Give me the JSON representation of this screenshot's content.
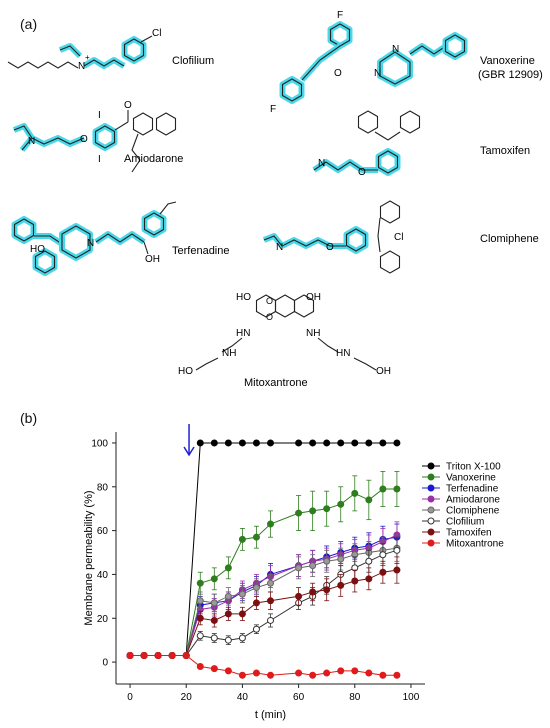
{
  "panel_a": {
    "label": "(a)",
    "molecules": [
      {
        "name": "Clofilium"
      },
      {
        "name": "Vanoxerine",
        "subname": "(GBR 12909)"
      },
      {
        "name": "Amiodarone"
      },
      {
        "name": "Tamoxifen"
      },
      {
        "name": "Terfenadine"
      },
      {
        "name": "Clomiphene"
      },
      {
        "name": "Mitoxantrone"
      }
    ],
    "atoms": {
      "cl": "Cl",
      "f": "F",
      "n": "N",
      "nplus": "+",
      "o": "O",
      "i": "I",
      "ho": "HO",
      "oh": "OH",
      "hn": "HN",
      "nh": "NH"
    }
  },
  "panel_b": {
    "label": "(b)"
  },
  "chart_data": {
    "type": "line",
    "xlabel": "t (min)",
    "ylabel": "Membrane permeability (%)",
    "xlim": [
      -5,
      105
    ],
    "ylim": [
      -10,
      105
    ],
    "xticks": [
      0,
      20,
      40,
      60,
      80,
      100
    ],
    "yticks": [
      0,
      20,
      40,
      60,
      80,
      100
    ],
    "grid": false,
    "legend": "right",
    "annotation": {
      "type": "arrow",
      "x": 21
    },
    "series": [
      {
        "name": "Triton X-100",
        "color": "#000000",
        "marker_fill": "#000000",
        "x": [
          0,
          5,
          10,
          15,
          20,
          25,
          30,
          35,
          40,
          45,
          50,
          60,
          65,
          70,
          75,
          80,
          85,
          90,
          95
        ],
        "y": [
          3,
          3,
          3,
          3,
          3,
          100,
          100,
          100,
          100,
          100,
          100,
          100,
          100,
          100,
          100,
          100,
          100,
          100,
          100
        ]
      },
      {
        "name": "Vanoxerine",
        "color": "#2e7d1f",
        "marker_fill": "#2e7d1f",
        "x": [
          0,
          5,
          10,
          15,
          20,
          25,
          30,
          35,
          40,
          45,
          50,
          60,
          65,
          70,
          75,
          80,
          85,
          90,
          95
        ],
        "y": [
          3,
          3,
          3,
          3,
          3,
          36,
          38,
          43,
          56,
          57,
          63,
          68,
          69,
          70,
          72,
          77,
          74,
          79,
          79
        ],
        "err": [
          0,
          0,
          0,
          0,
          0,
          5,
          5,
          5,
          5,
          5,
          6,
          8,
          9,
          8,
          8,
          8,
          9,
          8,
          8
        ]
      },
      {
        "name": "Terfenadine",
        "color": "#1a1ad6",
        "marker_fill": "#1a1ad6",
        "x": [
          0,
          5,
          10,
          15,
          20,
          25,
          30,
          35,
          40,
          45,
          50,
          60,
          65,
          70,
          75,
          80,
          85,
          90,
          95
        ],
        "y": [
          3,
          3,
          3,
          3,
          3,
          26,
          27,
          28,
          32,
          35,
          40,
          44,
          46,
          48,
          50,
          52,
          53,
          56,
          57
        ],
        "err": [
          0,
          0,
          0,
          0,
          0,
          4,
          4,
          4,
          4,
          4,
          5,
          5,
          5,
          5,
          5,
          5,
          6,
          6,
          6
        ]
      },
      {
        "name": "Amiodarone",
        "color": "#9b2fa8",
        "marker_fill": "#9b2fa8",
        "x": [
          0,
          5,
          10,
          15,
          20,
          25,
          30,
          35,
          40,
          45,
          50,
          60,
          65,
          70,
          75,
          80,
          85,
          90,
          95
        ],
        "y": [
          3,
          3,
          3,
          3,
          3,
          24,
          25,
          28,
          33,
          36,
          39,
          44,
          46,
          47,
          49,
          51,
          52,
          55,
          58
        ],
        "err": [
          0,
          0,
          0,
          0,
          0,
          4,
          4,
          4,
          4,
          4,
          5,
          5,
          5,
          5,
          5,
          5,
          6,
          6,
          6
        ]
      },
      {
        "name": "Clomiphene",
        "color": "#666666",
        "marker_fill": "#999999",
        "x": [
          0,
          5,
          10,
          15,
          20,
          25,
          30,
          35,
          40,
          45,
          50,
          60,
          65,
          70,
          75,
          80,
          85,
          90,
          95
        ],
        "y": [
          3,
          3,
          3,
          3,
          3,
          28,
          27,
          30,
          31,
          34,
          36,
          43,
          44,
          46,
          47,
          49,
          50,
          51,
          52
        ],
        "err": [
          0,
          0,
          0,
          0,
          0,
          4,
          4,
          4,
          4,
          4,
          4,
          5,
          5,
          5,
          5,
          5,
          5,
          6,
          6
        ]
      },
      {
        "name": "Clofilium",
        "color": "#333333",
        "marker_fill": "#ffffff",
        "x": [
          0,
          5,
          10,
          15,
          20,
          25,
          30,
          35,
          40,
          45,
          50,
          60,
          65,
          70,
          75,
          80,
          85,
          90,
          95
        ],
        "y": [
          3,
          3,
          3,
          3,
          3,
          12,
          11,
          10,
          11,
          15,
          19,
          27,
          30,
          35,
          40,
          43,
          46,
          49,
          51
        ],
        "err": [
          0,
          0,
          0,
          0,
          0,
          2,
          2,
          2,
          2,
          2,
          3,
          3,
          4,
          4,
          4,
          5,
          5,
          5,
          6
        ]
      },
      {
        "name": "Tamoxifen",
        "color": "#7a1010",
        "marker_fill": "#7a1010",
        "x": [
          0,
          5,
          10,
          15,
          20,
          25,
          30,
          35,
          40,
          45,
          50,
          60,
          65,
          70,
          75,
          80,
          85,
          90,
          95
        ],
        "y": [
          3,
          3,
          3,
          3,
          3,
          20,
          19,
          22,
          22,
          27,
          28,
          30,
          32,
          33,
          35,
          37,
          38,
          41,
          42
        ],
        "err": [
          0,
          0,
          0,
          0,
          0,
          3,
          3,
          3,
          3,
          3,
          4,
          4,
          4,
          5,
          5,
          5,
          5,
          5,
          6
        ]
      },
      {
        "name": "Mitoxantrone",
        "color": "#e01b1b",
        "marker_fill": "#e01b1b",
        "x": [
          0,
          5,
          10,
          15,
          20,
          25,
          30,
          35,
          40,
          45,
          50,
          60,
          65,
          70,
          75,
          80,
          85,
          90,
          95
        ],
        "y": [
          3,
          3,
          3,
          3,
          3,
          -2,
          -3,
          -4,
          -6,
          -5,
          -6,
          -5,
          -6,
          -5,
          -4,
          -4,
          -5,
          -6,
          -6
        ],
        "err": [
          0,
          0,
          0,
          0,
          0,
          0.5,
          0.5,
          0.5,
          0.5,
          0.5,
          0.5,
          0.5,
          0.5,
          0.5,
          0.5,
          0.5,
          0.5,
          0.5,
          0.5
        ]
      }
    ]
  }
}
